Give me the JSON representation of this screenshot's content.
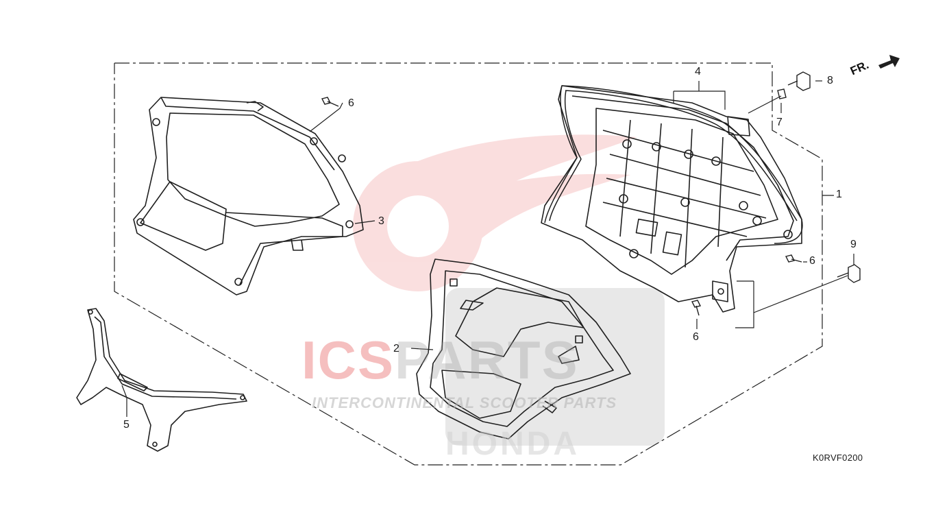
{
  "diagram": {
    "code": "K0RVF0200",
    "front_label": "FR.",
    "callouts": [
      {
        "id": "c1",
        "text": "1"
      },
      {
        "id": "c2",
        "text": "2"
      },
      {
        "id": "c3",
        "text": "3"
      },
      {
        "id": "c4",
        "text": "4"
      },
      {
        "id": "c5",
        "text": "5"
      },
      {
        "id": "c6a",
        "text": "6"
      },
      {
        "id": "c6b",
        "text": "6"
      },
      {
        "id": "c6c",
        "text": "6"
      },
      {
        "id": "c7",
        "text": "7"
      },
      {
        "id": "c8",
        "text": "8"
      },
      {
        "id": "c9",
        "text": "9"
      }
    ]
  },
  "watermark": {
    "logo_red": "ICS",
    "logo_grey": "PARTS",
    "tagline": "INTERCONTINENTAL SCOOTER PARTS",
    "brand": "HONDA"
  },
  "colors": {
    "line": "#1f1f1f",
    "watermark_red": "#e23b3b",
    "watermark_grey": "#9a9a9a"
  }
}
